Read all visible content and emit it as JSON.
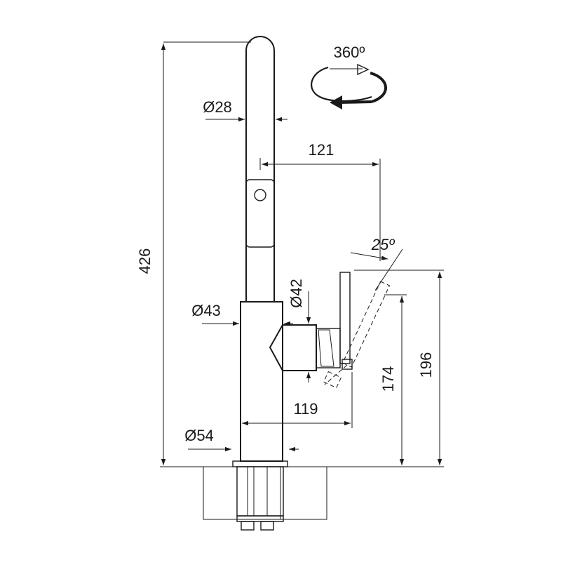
{
  "diagram": {
    "dimensions": {
      "total_height": "426",
      "tube_diameter": "Ø28",
      "reach": "121",
      "rotation": "360º",
      "lever_angle": "25º",
      "body_diameter": "Ø43",
      "lever_diameter": "Ø42",
      "lever_reach": "119",
      "base_diameter": "Ø54",
      "lever_height_low": "174",
      "lever_height_high": "196"
    },
    "colors": {
      "line": "#1a1a1a",
      "background": "#ffffff"
    }
  }
}
